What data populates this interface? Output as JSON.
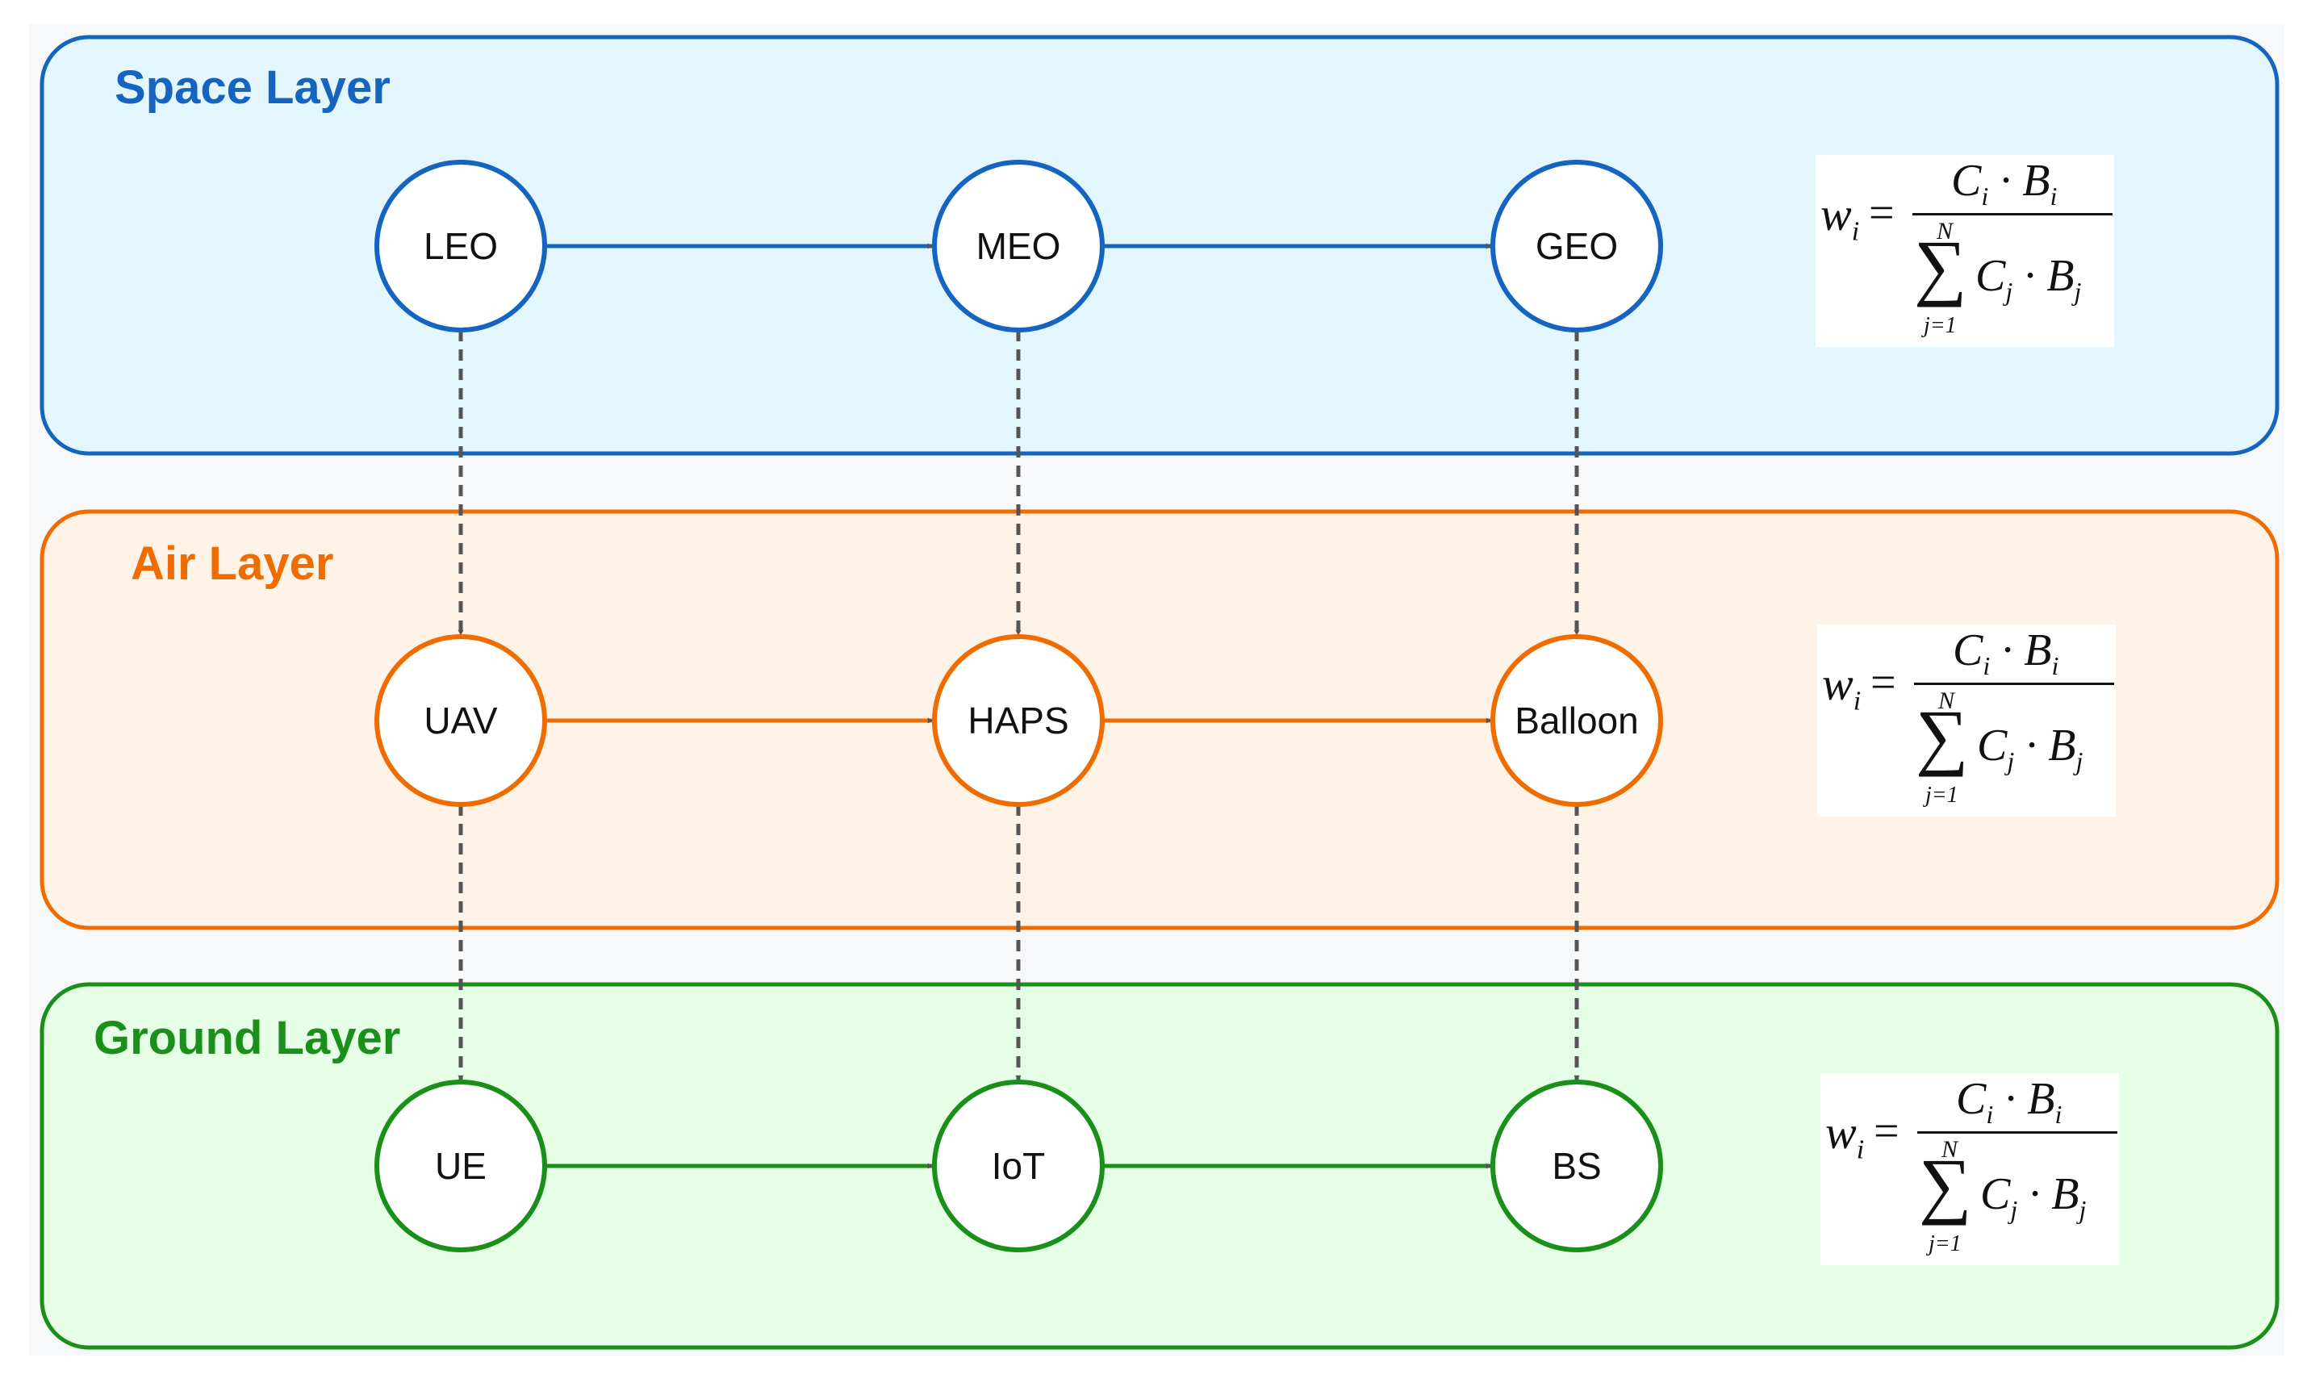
{
  "layers": [
    {
      "id": "space",
      "title": "Space Layer",
      "stroke": "#1565c0",
      "fill": "#e3f6fd",
      "nodes": [
        "LEO",
        "MEO",
        "GEO"
      ]
    },
    {
      "id": "air",
      "title": "Air Layer",
      "stroke": "#ef6c00",
      "fill": "#fff2e6",
      "nodes": [
        "UAV",
        "HAPS",
        "Balloon"
      ]
    },
    {
      "id": "ground",
      "title": "Ground Layer",
      "stroke": "#1a8f1a",
      "fill": "#e6fde6",
      "nodes": [
        "UE",
        "IoT",
        "BS"
      ]
    }
  ],
  "formula": {
    "lhs": "w",
    "lhs_sub": "i",
    "equals": "=",
    "numerator": "C_i · B_i",
    "sum_upper": "N",
    "sum_lower": "j=1",
    "denominator": "C_j · B_j"
  },
  "colors": {
    "arrow": "#555555",
    "background": "#f6f8fa",
    "node_fill": "#ffffff"
  }
}
